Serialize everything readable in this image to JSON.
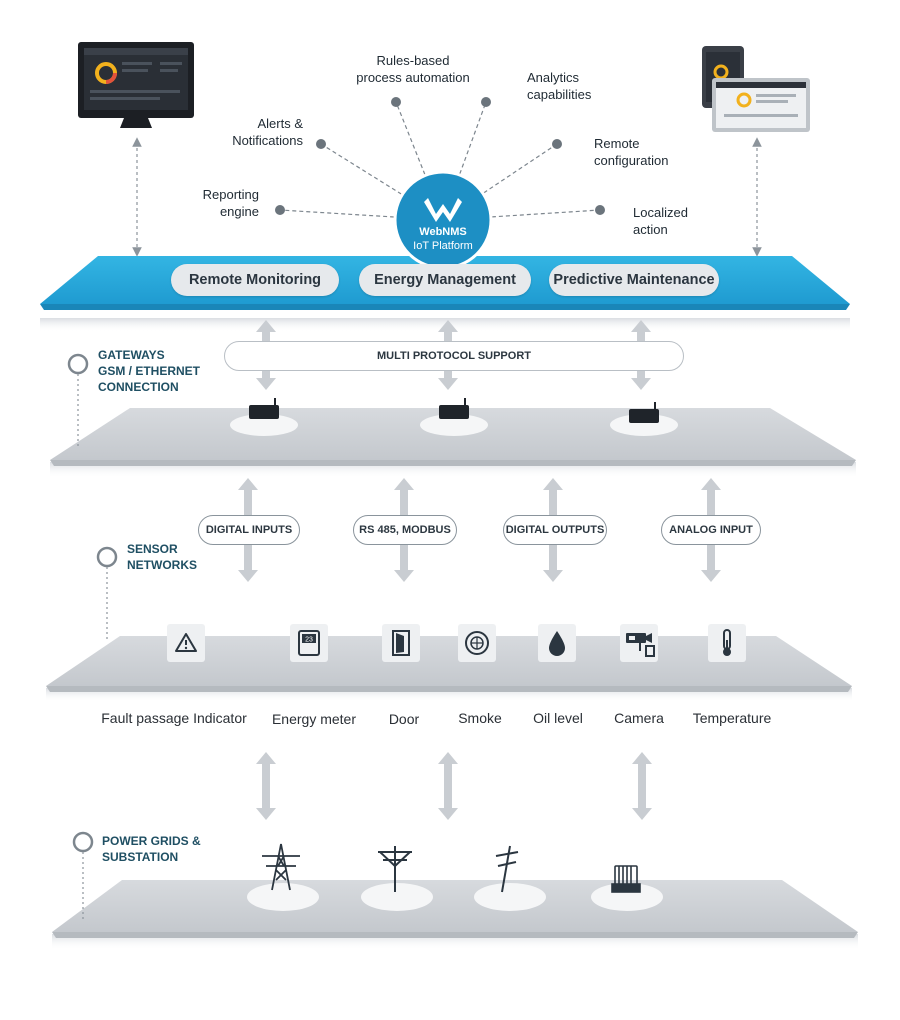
{
  "platform": {
    "name": "WebNMS",
    "subtitle": "IoT Platform",
    "features": [
      "Remote Monitoring",
      "Energy Management",
      "Predictive Maintenance"
    ],
    "capabilities": [
      {
        "line1": "Rules-based",
        "line2": "process automation"
      },
      {
        "line1": "Analytics",
        "line2": "capabilities"
      },
      {
        "line1": "Alerts &",
        "line2": "Notifications"
      },
      {
        "line1": "Remote",
        "line2": "configuration"
      },
      {
        "line1": "Reporting",
        "line2": "engine"
      },
      {
        "line1": "Localized",
        "line2": "action"
      }
    ]
  },
  "gateways": {
    "title_lines": [
      "GATEWAYS",
      "GSM / ETHERNET",
      "CONNECTION"
    ],
    "banner": "MULTI PROTOCOL SUPPORT"
  },
  "sensors": {
    "title_lines": [
      "SENSOR",
      "NETWORKS"
    ],
    "interfaces": [
      "DIGITAL INPUTS",
      "RS 485, MODBUS",
      "DIGITAL OUTPUTS",
      "ANALOG INPUT"
    ],
    "devices": [
      {
        "label": "Fault passage Indicator",
        "icon": "warning-icon"
      },
      {
        "label": "Energy meter",
        "icon": "meter-icon"
      },
      {
        "label": "Door",
        "icon": "door-icon"
      },
      {
        "label": "Smoke",
        "icon": "smoke-detector-icon"
      },
      {
        "label": "Oil level",
        "icon": "oil-drop-icon"
      },
      {
        "label": "Camera",
        "icon": "camera-icon"
      },
      {
        "label": "Temperature",
        "icon": "thermometer-icon"
      }
    ],
    "meter_glyph": "23"
  },
  "power": {
    "title_lines": [
      "POWER GRIDS &",
      "SUBSTATION"
    ]
  },
  "colors": {
    "platform_blue": "#28a7d8",
    "hub_blue": "#1d8fc4",
    "layer_gray": "#cfd3d8",
    "arrow_gray": "#c9cdd2",
    "accent_dark": "#2b3640"
  }
}
